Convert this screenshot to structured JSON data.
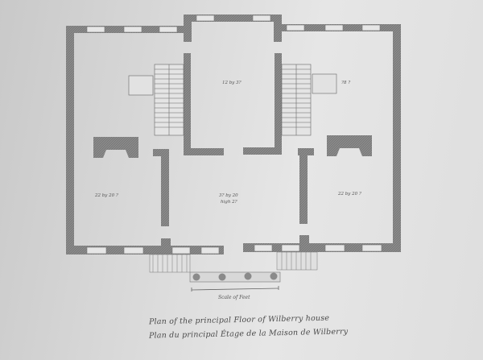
{
  "rooms": {
    "top_left": "",
    "top_center": "12 by 3?",
    "top_right": "?8 ?",
    "middle_left": "22 by 20 ?",
    "middle_center_1": "3? by 20",
    "middle_center_2": "high 2?",
    "middle_right": "22 by 20 ?"
  },
  "scale_label": "Scale of Feet",
  "caption": {
    "line1": "Plan of the principal Floor of Wilberry house",
    "line2": "Plan du principal Étage de la Maison de Wilberry"
  }
}
